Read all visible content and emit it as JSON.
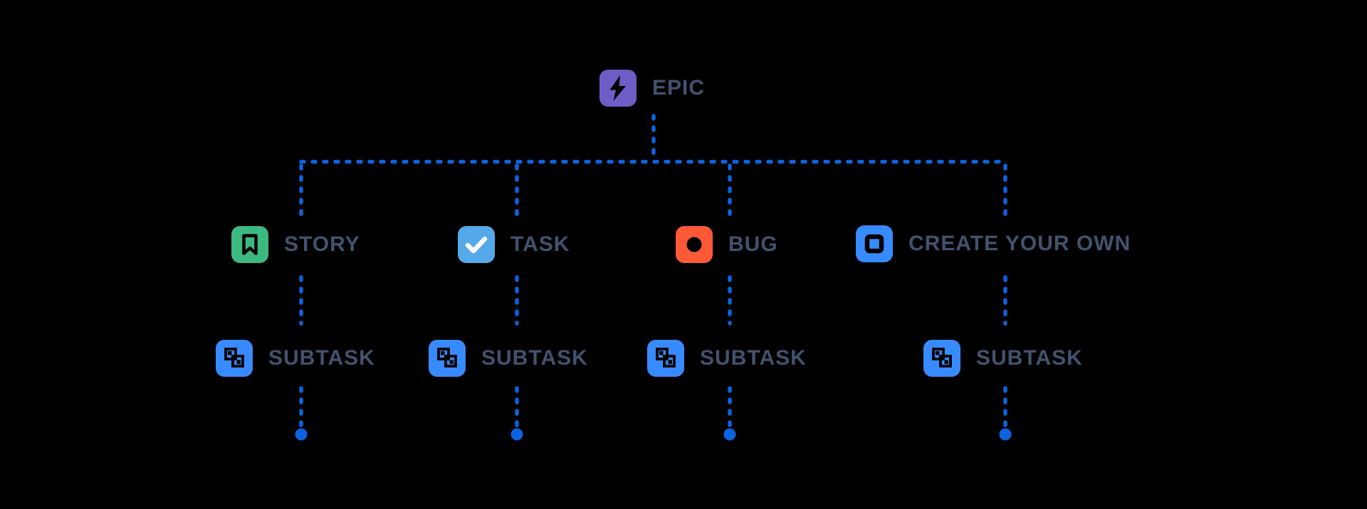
{
  "diagram": {
    "background_color": "#000000",
    "connector_color": "#0C63E0",
    "label_color": "#42526E",
    "root": {
      "label": "EPIC",
      "icon": "epic-bolt-icon",
      "icon_bg": "#6E5DC6",
      "glyph_color": "#000000"
    },
    "children": [
      {
        "label": "STORY",
        "icon": "story-bookmark-icon",
        "icon_bg": "#3CB981",
        "glyph_color": "#000000"
      },
      {
        "label": "TASK",
        "icon": "task-check-icon",
        "icon_bg": "#55A9E8",
        "glyph_color": "#FFFFFF"
      },
      {
        "label": "BUG",
        "icon": "bug-circle-icon",
        "icon_bg": "#FC5A36",
        "glyph_color": "#000000"
      },
      {
        "label": "CREATE YOUR OWN",
        "icon": "create-your-own-square-icon",
        "icon_bg": "#388BFF",
        "glyph_color": "#000000"
      }
    ],
    "subtasks": [
      {
        "label": "SUBTASK",
        "icon": "subtask-icon",
        "icon_bg": "#388BFF",
        "glyph_color": "#000000"
      },
      {
        "label": "SUBTASK",
        "icon": "subtask-icon",
        "icon_bg": "#388BFF",
        "glyph_color": "#000000"
      },
      {
        "label": "SUBTASK",
        "icon": "subtask-icon",
        "icon_bg": "#388BFF",
        "glyph_color": "#000000"
      },
      {
        "label": "SUBTASK",
        "icon": "subtask-icon",
        "icon_bg": "#388BFF",
        "glyph_color": "#000000"
      }
    ],
    "endpoint_dot_color": "#0C63E0"
  }
}
